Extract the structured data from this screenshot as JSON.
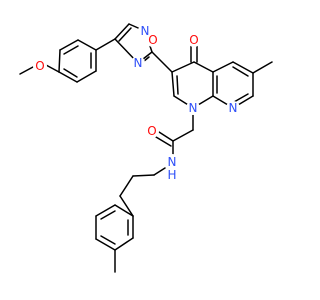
{
  "molecule": {
    "atoms": {
      "o_methoxy": {
        "label": "O",
        "color": "#ff0d0d"
      },
      "o_oxadiazole": {
        "label": "O",
        "color": "#ff0d0d"
      },
      "n_oxadiazole_top": {
        "label": "N",
        "color": "#3050f8"
      },
      "n_oxadiazole_bottom": {
        "label": "N",
        "color": "#3050f8"
      },
      "o_ketone": {
        "label": "O",
        "color": "#ff0d0d"
      },
      "n_ring1": {
        "label": "N",
        "color": "#3050f8"
      },
      "n_ring8": {
        "label": "N",
        "color": "#3050f8"
      },
      "o_amide": {
        "label": "O",
        "color": "#ff0d0d"
      },
      "nh_amide": {
        "label": "N",
        "color": "#3050f8"
      },
      "h_amide": {
        "label": "H",
        "color": "#3050f8"
      }
    }
  }
}
